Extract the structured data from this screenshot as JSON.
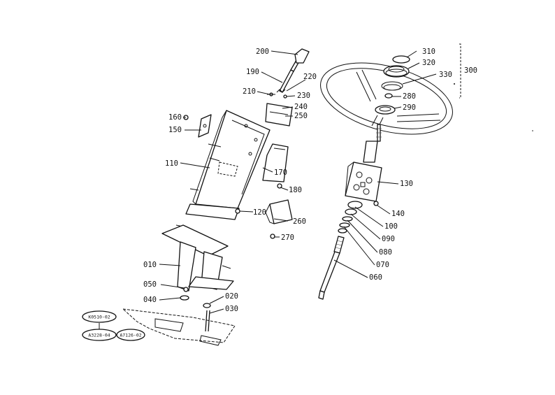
{
  "callouts": {
    "c010": "010",
    "c020": "020",
    "c030": "030",
    "c040": "040",
    "c050": "050",
    "c060": "060",
    "c070": "070",
    "c080": "080",
    "c090": "090",
    "c100": "100",
    "c110": "110",
    "c120": "120",
    "c130": "130",
    "c140": "140",
    "c150": "150",
    "c160": "160",
    "c170": "170",
    "c180": "180",
    "c190": "190",
    "c200": "200",
    "c210": "210",
    "c220": "220",
    "c230": "230",
    "c240": "240",
    "c250": "250",
    "c260": "260",
    "c270": "270",
    "c280": "280",
    "c290": "290",
    "c300": "300",
    "c310": "310",
    "c320": "320",
    "c330": "330"
  },
  "refs": {
    "r1": "K0510-02",
    "r2": "A3228-04",
    "r3": "A7126-02"
  }
}
